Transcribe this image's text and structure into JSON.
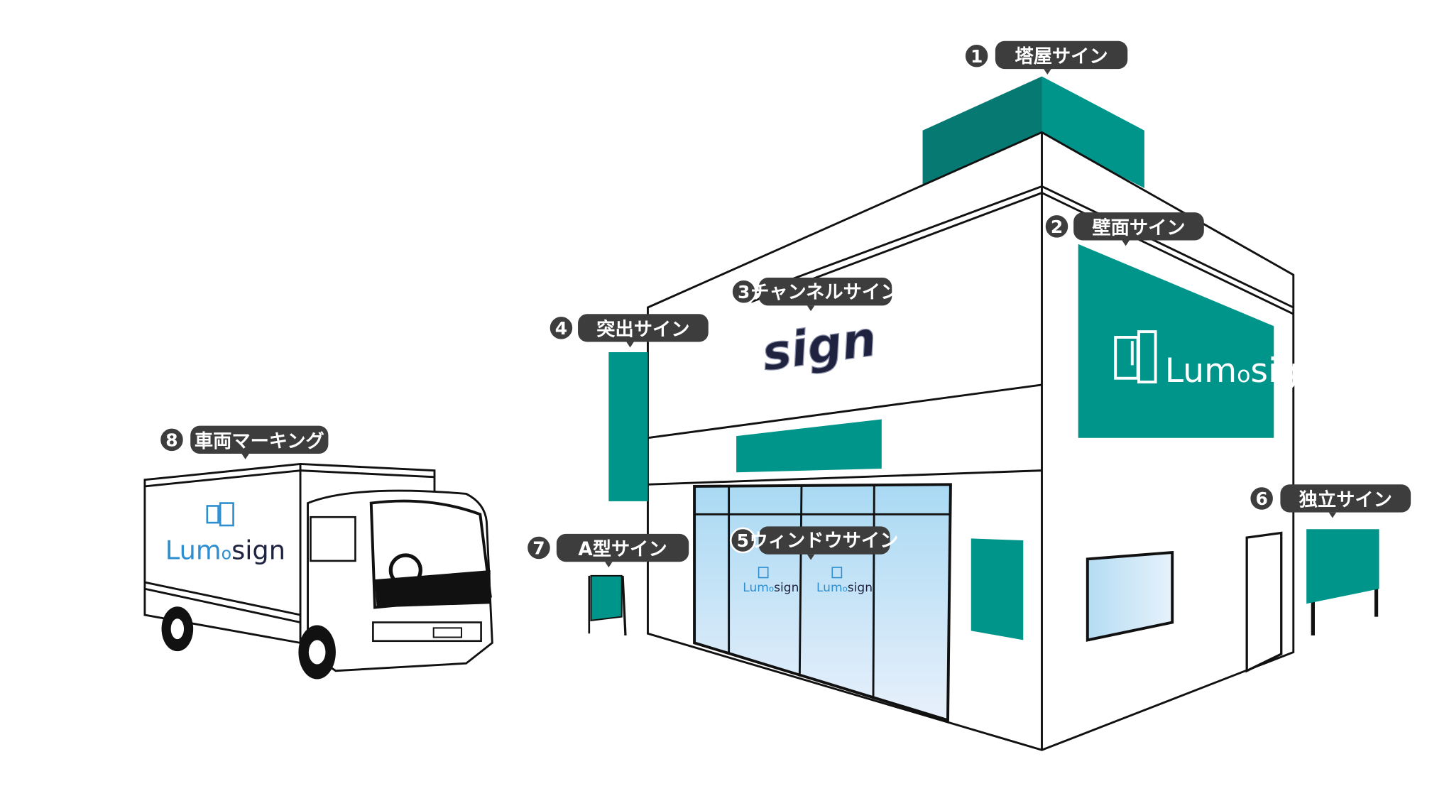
{
  "colors": {
    "teal": "#00958a",
    "teal_dark": "#067a72",
    "label_bg": "#3d3d3d",
    "navy": "#1f2340",
    "glass": "#bfe0f5",
    "logo_blue": "#2d8fd0"
  },
  "labels": [
    {
      "num": "1",
      "text": "塔屋サイン"
    },
    {
      "num": "2",
      "text": "壁面サイン"
    },
    {
      "num": "3",
      "text": "チャンネルサイン"
    },
    {
      "num": "4",
      "text": "突出サイン"
    },
    {
      "num": "5",
      "text": "ウィンドウサイン"
    },
    {
      "num": "6",
      "text": "独立サイン"
    },
    {
      "num": "7",
      "text": "A型サイン"
    },
    {
      "num": "8",
      "text": "車両マーキング"
    }
  ],
  "channel_sign_text": "sign",
  "brand": {
    "part1": "Lum",
    "part2": "o",
    "part3": "sign"
  }
}
